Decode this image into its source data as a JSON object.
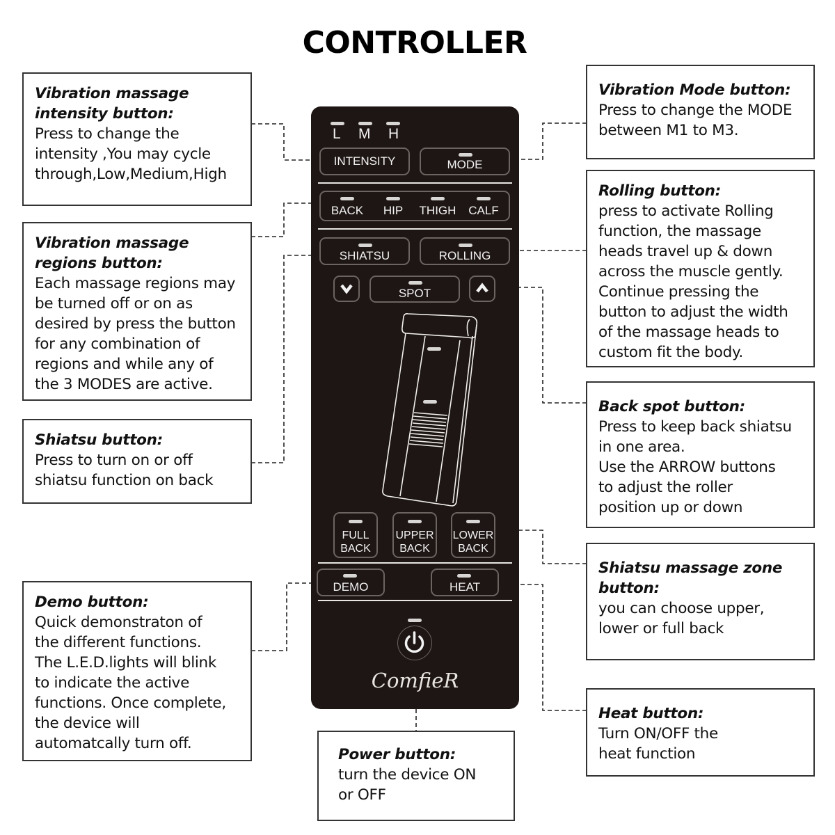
{
  "title": "CONTROLLER",
  "callouts": {
    "intensity": {
      "heading": "Vibration massage\nintensity button:",
      "body": "Press to change the\nintensity ,You may cycle\nthrough,Low,Medium,High"
    },
    "regions": {
      "heading": "Vibration massage\nregions button:",
      "body": "Each massage regions may\nbe turned off or on as\ndesired by press the button\nfor any combination of\nregions and while any of\nthe 3 MODES are active."
    },
    "shiatsu": {
      "heading": "Shiatsu button:",
      "body": "Press to turn on or off\nshiatsu function on back"
    },
    "demo": {
      "heading": "Demo button:",
      "body": "Quick demonstraton of\nthe different functions.\nThe L.E.D.lights will blink\nto indicate the active\nfunctions. Once complete,\nthe device will\nautomatcally turn off."
    },
    "mode": {
      "heading": "Vibration Mode button:",
      "body": "Press to change the MODE\nbetween M1 to M3."
    },
    "rolling": {
      "heading": "Rolling button:",
      "body": "press to activate Rolling\nfunction, the massage\nheads travel up & down\nacross the muscle gently.\nContinue pressing the\nbutton to adjust the width\nof the massage heads to\ncustom fit the body."
    },
    "spot": {
      "heading": "Back spot button:",
      "body": "Press to keep back shiatsu\nin one area.\nUse the ARROW buttons\nto adjust the roller\nposition up or down"
    },
    "zone": {
      "heading": "Shiatsu massage zone\nbutton:",
      "body": "you can choose upper,\nlower or full back"
    },
    "heat": {
      "heading": "Heat button:",
      "body": "Turn ON/OFF the\nheat function"
    },
    "power": {
      "heading": "Power button:",
      "body": "turn the device ON\nor OFF"
    }
  },
  "remote": {
    "intensity_levels": [
      "L",
      "M",
      "H"
    ],
    "intensity_label": "INTENSITY",
    "mode_label": "MODE",
    "regions": [
      "BACK",
      "HIP",
      "THIGH",
      "CALF"
    ],
    "shiatsu_label": "SHIATSU",
    "rolling_label": "ROLLING",
    "down_glyph": "⌄",
    "up_glyph": "⌃",
    "spot_label": "SPOT",
    "zones": [
      {
        "line1": "FULL",
        "line2": "BACK"
      },
      {
        "line1": "UPPER",
        "line2": "BACK"
      },
      {
        "line1": "LOWER",
        "line2": "BACK"
      }
    ],
    "demo_label": "DEMO",
    "heat_label": "HEAT",
    "brand": "ComfieR"
  },
  "colors": {
    "remote_body": "#1e1614",
    "led": "#d8d6d4",
    "button_border": "#6b6461"
  }
}
